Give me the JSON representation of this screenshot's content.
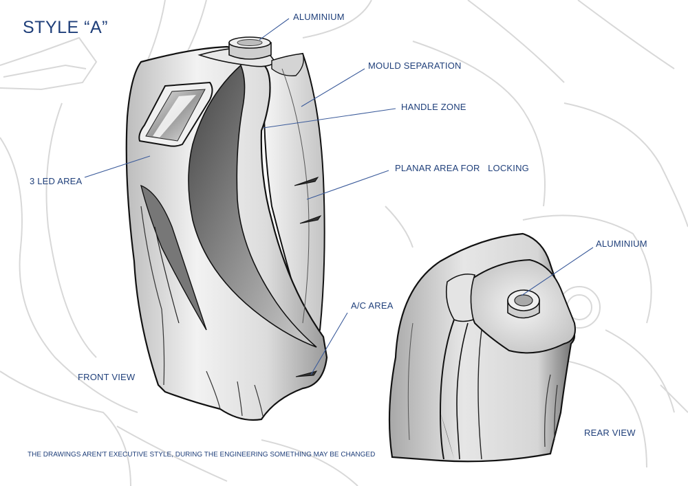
{
  "title": "STYLE “A”",
  "labels": {
    "aluminium_top": "ALUMINIUM",
    "mould_separation": "MOULD SEPARATION",
    "handle_zone": "HANDLE ZONE",
    "planar_area": "PLANAR AREA FOR   LOCKING",
    "led_area": "3 LED AREA",
    "ac_area": "A/C AREA",
    "aluminium_rear": "ALUMINIUM",
    "front_view": "FRONT VIEW",
    "rear_view": "REAR VIEW"
  },
  "note": "THE DRAWINGS AREN'T EXECUTIVE STYLE, DURING THE ENGINEERING SOMETHING MAY BE CHANGED",
  "colors": {
    "label": "#1f3f7a",
    "leader": "#3a5a9a",
    "background_sketch": "#d8d8d8",
    "outline": "#111111"
  }
}
